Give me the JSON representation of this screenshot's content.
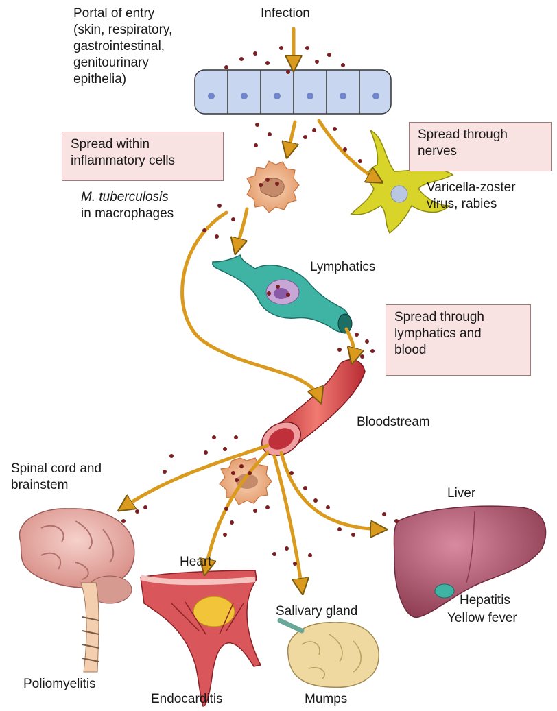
{
  "labels": {
    "portal_of_entry": [
      "Portal of entry",
      "(skin, respiratory,",
      "gastrointestinal,",
      "genitourinary",
      "epithelia)"
    ],
    "infection": "Infection",
    "spread_inflammatory": [
      "Spread within",
      "inflammatory cells"
    ],
    "m_tuberculosis": "M. tuberculosis",
    "in_macrophages": "in macrophages",
    "spread_nerves": [
      "Spread through",
      "nerves"
    ],
    "varicella": [
      "Varicella-zoster",
      "virus, rabies"
    ],
    "lymphatics": "Lymphatics",
    "spread_lymph_blood": [
      "Spread through",
      "lymphatics and",
      "blood"
    ],
    "bloodstream": "Bloodstream",
    "spinal_cord": [
      "Spinal cord and",
      "brainstem"
    ],
    "liver": "Liver",
    "heart": "Heart",
    "salivary_gland": "Salivary gland",
    "hepatitis": "Hepatitis",
    "yellow_fever": "Yellow fever",
    "poliomyelitis": "Poliomyelitis",
    "endocarditis": "Endocarditis",
    "mumps": "Mumps"
  },
  "colors": {
    "arrow": "#d99a1e",
    "arrow_outline": "#7a5a10",
    "dot": "#7a1e22",
    "epithelium": "#c9d6ef",
    "nucleus": "#6f86c9",
    "neuron": "#d9d42a",
    "macrophage": "#f1b48a",
    "lymph": "#3fb3a4",
    "vessel": "#e05050",
    "brain": "#e9b3aa",
    "liver": "#b65a6e",
    "heart": "#d9565a",
    "gland": "#efd9a0",
    "callout_bg": "#f9e2e2"
  }
}
